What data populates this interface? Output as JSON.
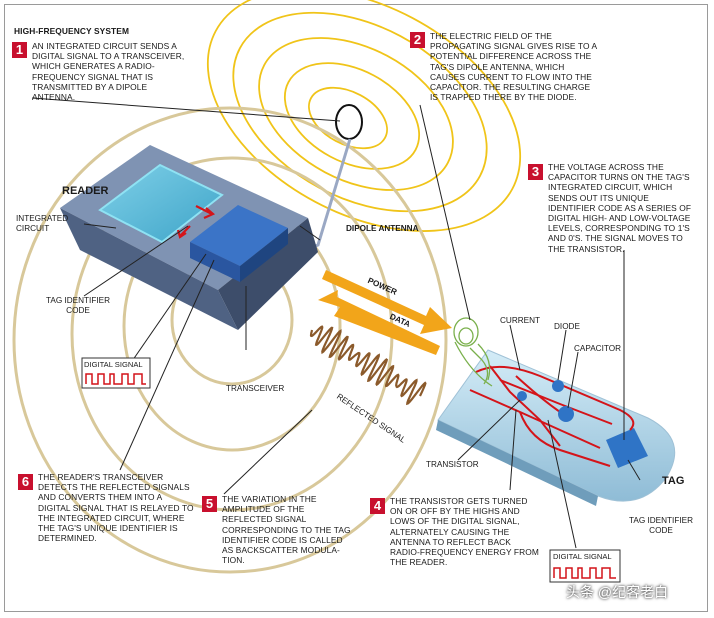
{
  "heading": "HIGH-FREQUENCY SYSTEM",
  "steps": [
    {
      "num": "1",
      "text": "AN INTEGRATED CIRCUIT SENDS A DIGITAL SIGNAL TO A TRANSCEIVER, WHICH GENERATES A RADIO-FREQUENCY SIGNAL THAT IS TRANSMITTED BY A DIPOLE ANTENNA."
    },
    {
      "num": "2",
      "text": "THE ELECTRIC FIELD OF THE PROPAGATING SIGNAL GIVES RISE TO A POTENTIAL DIFFERENCE ACROSS THE TAG'S DIPOLE ANTENNA, WHICH CAUSES CURRENT TO FLOW INTO THE CAPACITOR. THE RESULTING CHARGE IS TRAPPED THERE BY THE DIODE."
    },
    {
      "num": "3",
      "text": "THE VOLTAGE ACROSS THE CAPACITOR TURNS ON THE TAG'S INTEGRATED CIRCUIT, WHICH SENDS OUT ITS UNIQUE IDENTIFIER CODE AS A SERIES OF DIGITAL HIGH- AND LOW-VOLTAGE LEVELS, CORRESPONDING TO 1'S AND 0'S. THE SIGNAL MOVES TO THE TRANSISTOR."
    },
    {
      "num": "4",
      "text": "THE TRANSISTOR GETS TURNED ON OR OFF BY THE HIGHS AND LOWS OF THE DIGITAL SIGNAL, ALTERNATELY CAUSING THE ANTENNA TO REFLECT BACK RADIO-FREQUENCY ENERGY FROM THE READER."
    },
    {
      "num": "5",
      "text": "THE VARIATION IN THE AMPLITUDE OF THE REFLECTED SIGNAL CORRESPONDING TO THE TAG IDENTIFIER CODE IS CALLED AS BACKSCATTER MODULA-TION."
    },
    {
      "num": "6",
      "text": "THE READER'S TRANSCEIVER DETECTS THE REFLECTED SIGNALS AND CONVERTS THEM INTO A DIGITAL SIGNAL THAT IS RELAYED TO THE INTEGRATED CIRCUIT, WHERE THE TAG'S UNIQUE IDENTIFIER IS DETERMINED."
    }
  ],
  "labels": {
    "reader": "READER",
    "integrated_circuit": "INTEGRATED CIRCUIT",
    "dipole_antenna": "DIPOLE ANTENNA",
    "tag_identifier_code_reader": "TAG IDENTIFIER CODE",
    "digital_signal_reader": "DIGITAL SIGNAL",
    "transceiver": "TRANSCEIVER",
    "power": "POWER",
    "data": "DATA",
    "reflected_signal": "REFLECTED SIGNAL",
    "current": "CURRENT",
    "diode": "DIODE",
    "capacitor": "CAPACITOR",
    "transistor": "TRANSISTOR",
    "tag": "TAG",
    "tag_identifier_code_tag": "TAG IDENTIFIER CODE",
    "digital_signal_tag": "DIGITAL SIGNAL"
  },
  "watermark": "头条 @纪客老白",
  "colors": {
    "step_badge": "#c8102e",
    "wave_ring": "#d8c89a",
    "yellow_field": "#f0c419",
    "arrow_orange": "#f2a51a",
    "circuit_red": "#d4141a",
    "reader_body": "#5b6f8e",
    "chip_blue": "#3b74c7",
    "tag_body": "#a8cfe4"
  }
}
